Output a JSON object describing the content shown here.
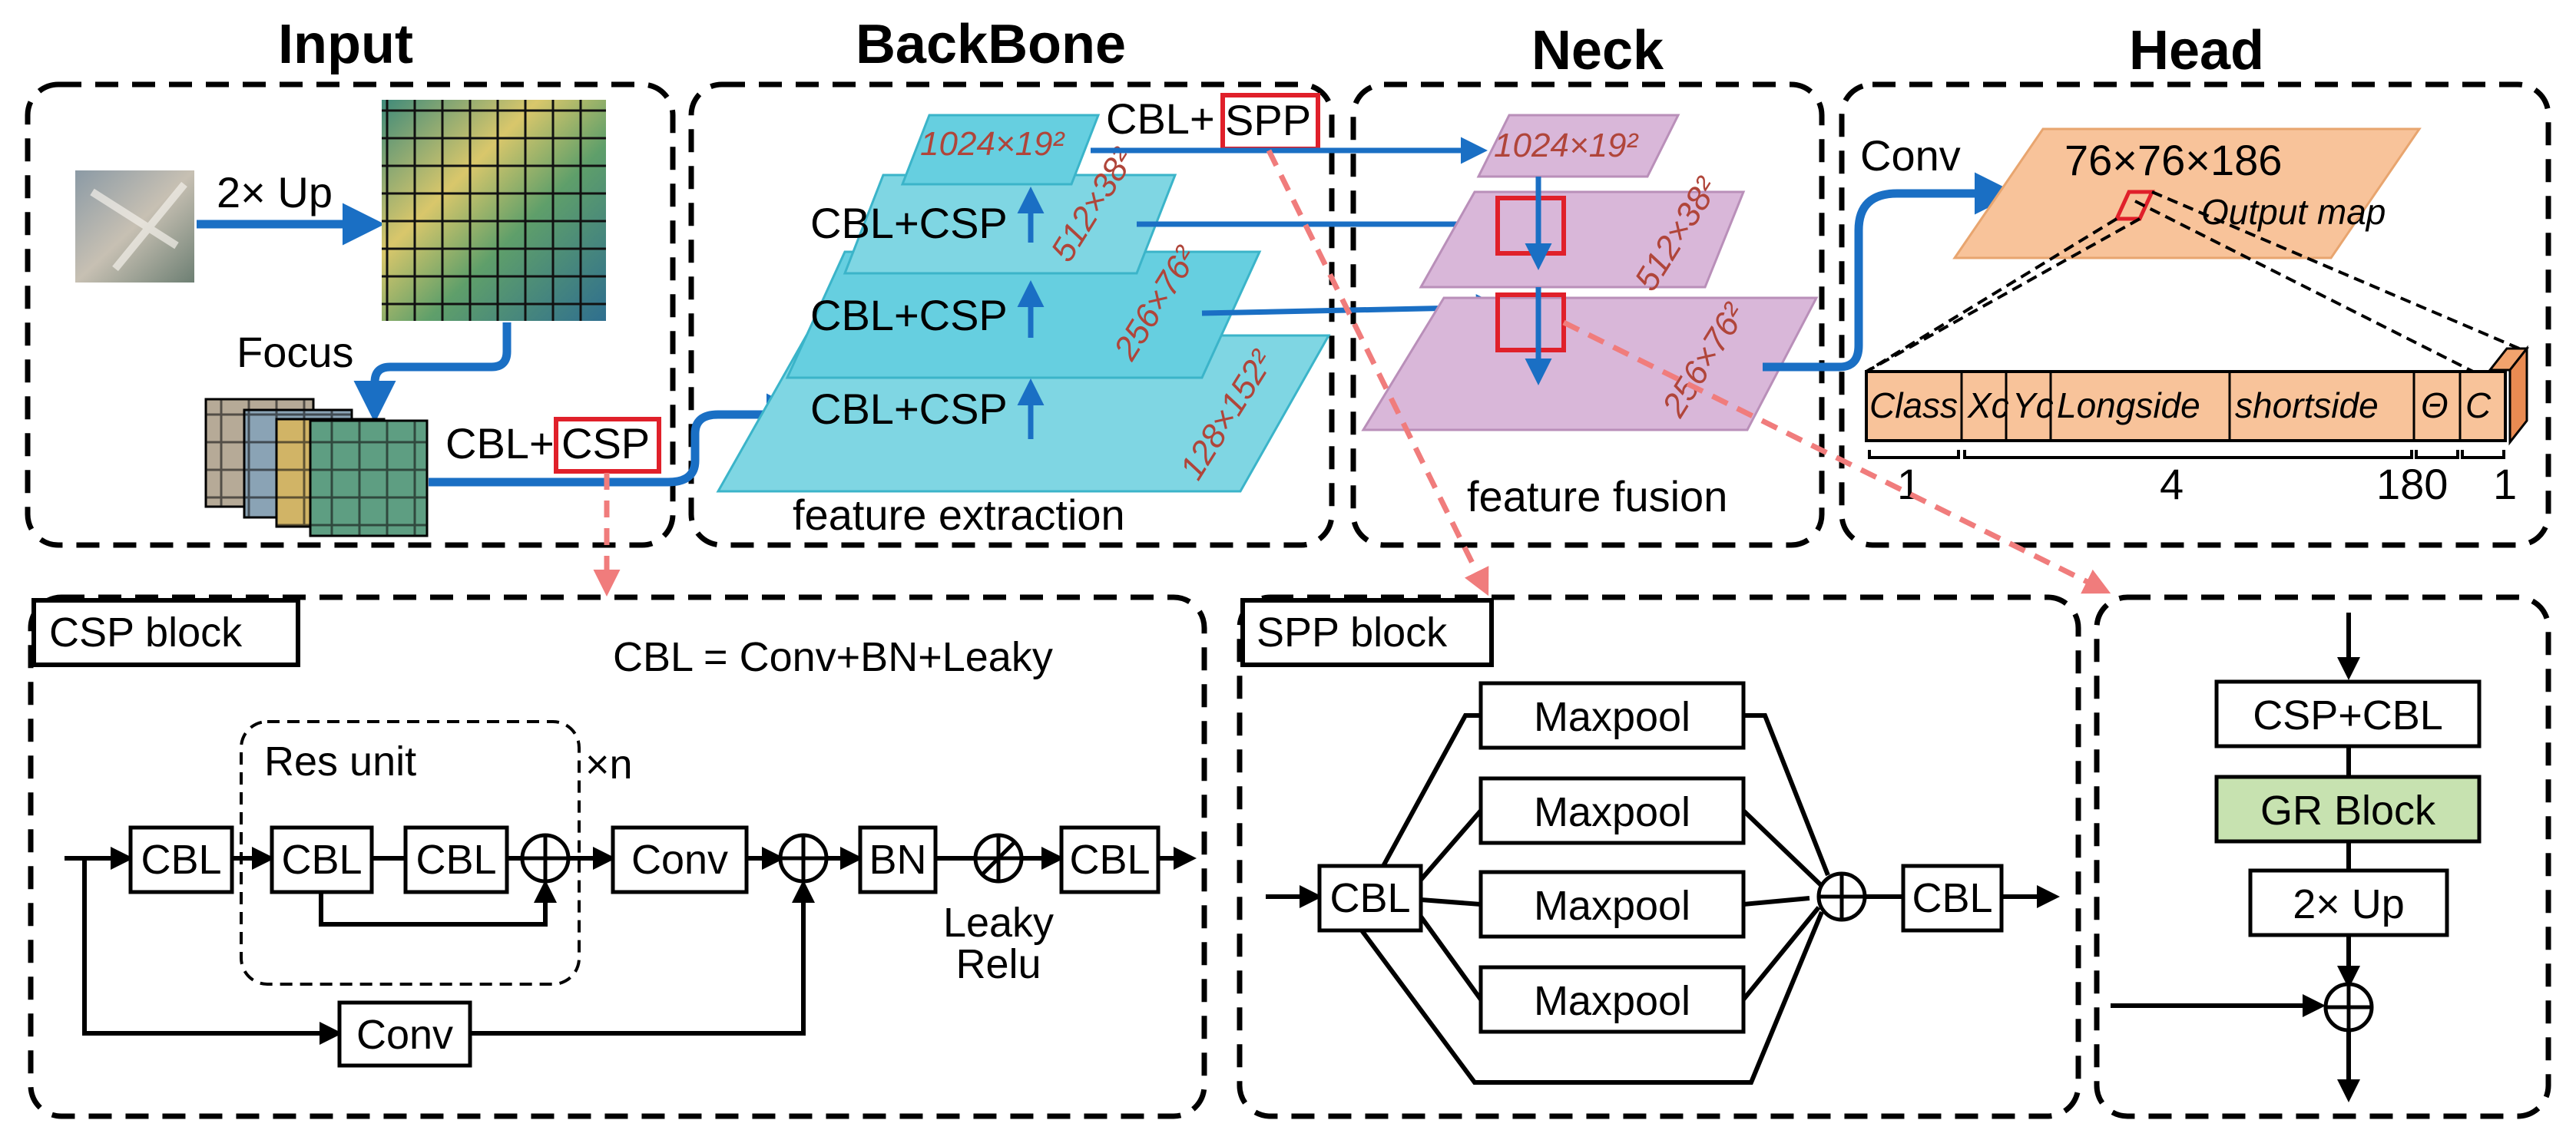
{
  "sections": {
    "input": "Input",
    "backbone": "BackBone",
    "neck": "Neck",
    "head": "Head"
  },
  "input": {
    "up_label": "2× Up",
    "focus_label": "Focus",
    "cbl_csp_prefix": "CBL+",
    "cbl_csp_boxed": "CSP"
  },
  "backbone": {
    "cbl_spp_prefix": "CBL+",
    "cbl_spp_boxed": "SPP",
    "layers": [
      {
        "dims": "1024×19²"
      },
      {
        "label": "CBL+CSP",
        "dims": "512×38²"
      },
      {
        "label": "CBL+CSP",
        "dims": "256×76²"
      },
      {
        "label": "CBL+CSP",
        "dims": "128×152²"
      }
    ],
    "caption": "feature extraction"
  },
  "neck": {
    "layers": [
      {
        "dims": "1024×19²"
      },
      {
        "dims": "512×38²"
      },
      {
        "dims": "256×76²"
      }
    ],
    "caption": "feature fusion"
  },
  "head": {
    "conv_label": "Conv",
    "map_dims": "76×76×186",
    "output_label": "Output map",
    "fields": [
      "Class",
      "Xc",
      "Yc",
      "Longside",
      "shortside",
      "Θ",
      "C"
    ],
    "counts": [
      "1",
      "4",
      "180",
      "1"
    ]
  },
  "csp_block": {
    "title": "CSP block",
    "definition": "CBL = Conv+BN+Leaky",
    "res_unit": "Res unit",
    "repeat": "×n",
    "cbl": "CBL",
    "conv": "Conv",
    "bn": "BN",
    "leaky": "Leaky",
    "relu": "Relu"
  },
  "spp_block": {
    "title": "SPP block",
    "cbl": "CBL",
    "maxpool": "Maxpool"
  },
  "gr_block": {
    "csp_cbl": "CSP+CBL",
    "gr": "GR Block",
    "up": "2× Up"
  },
  "colors": {
    "arrow_blue": "#1a6fc4",
    "highlight_red": "#e0202a",
    "dashed_pink": "#f07c7c",
    "backbone_fill": "#7fd6e3",
    "neck_fill": "#d9b7d9",
    "head_fill": "#f8c39a",
    "gr_fill": "#c7e2b0"
  }
}
